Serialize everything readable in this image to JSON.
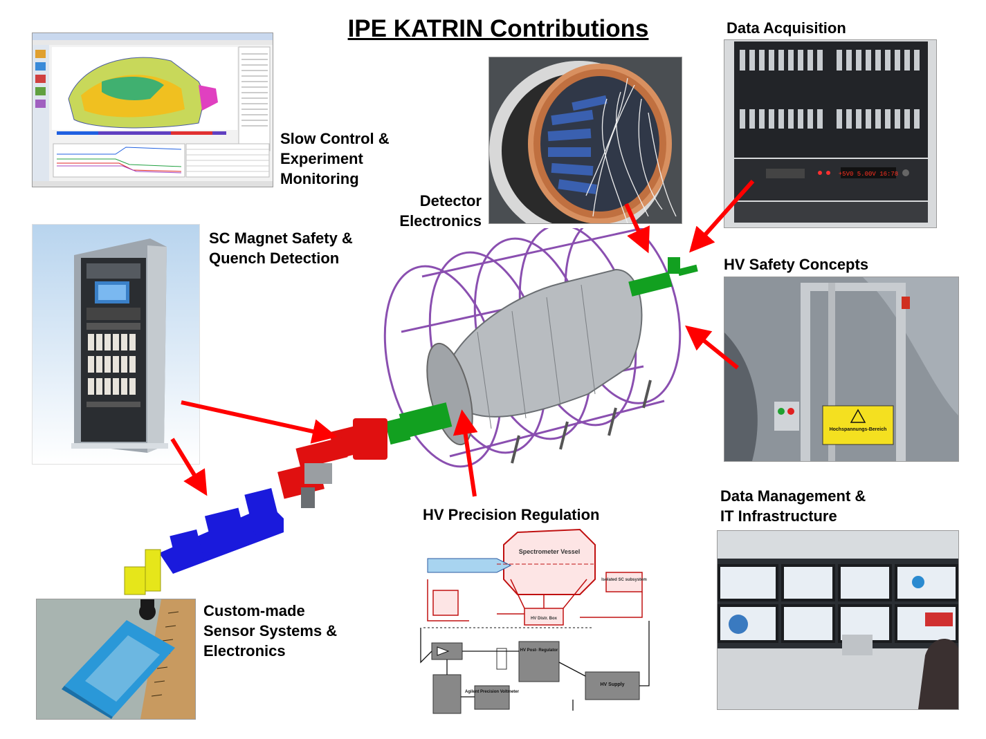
{
  "title": "IPE KATRIN Contributions",
  "labels": {
    "slow_control": "Slow Control &\nExperiment\nMonitoring",
    "data_acquisition": "Data Acquisition",
    "detector_electronics": "Detector\nElectronics",
    "sc_magnet": "SC Magnet Safety &\nQuench Detection",
    "hv_safety": "HV Safety Concepts",
    "data_management": "Data Management &\nIT Infrastructure",
    "hv_precision": "HV Precision Regulation",
    "custom_sensor": "Custom-made\nSensor Systems &\nElectronics"
  },
  "schematic": {
    "vessel": "Spectrometer Vessel",
    "isolated": "Isolated\nSC subsystem",
    "distribution_box": "HV Distr. Box",
    "post_regulator": "HV Post-\nRegulator",
    "voltmeter": "Agilent\nPrecision\nVoltmeter",
    "supply": "HV Supply"
  },
  "daq_display": "+5V0 5.00V 16:78",
  "sign_text": "Hochspannungs-Bereich",
  "colors": {
    "arrow": "#ff0000",
    "magnet_red": "#e01010",
    "beam_blue": "#1a1adc",
    "green": "#12a020",
    "yellow": "#e6e61a",
    "frame_purple": "#8a4fb0"
  }
}
